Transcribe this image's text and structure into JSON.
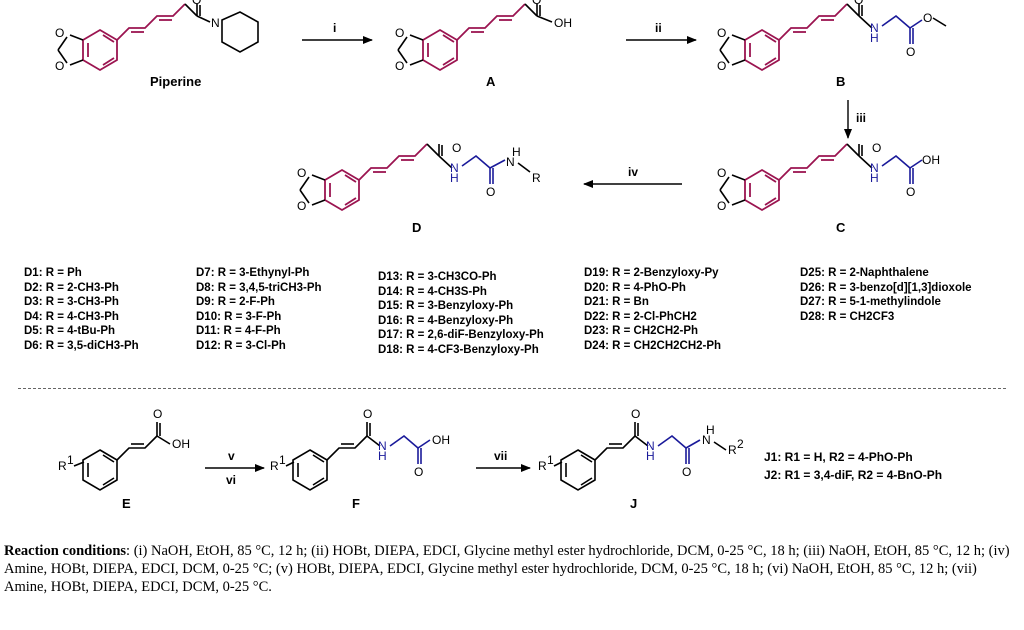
{
  "compounds": {
    "piperine": "Piperine",
    "A": "A",
    "B": "B",
    "C": "C",
    "D": "D",
    "E": "E",
    "F": "F",
    "J": "J"
  },
  "steps": {
    "i": "i",
    "ii": "ii",
    "iii": "iii",
    "iv": "iv",
    "v": "v",
    "vi": "vi",
    "vii": "vii"
  },
  "atoms": {
    "N": "N",
    "O": "O",
    "OH": "OH",
    "H": "H",
    "R": "R",
    "R1": "R",
    "R2": "R",
    "sup1": "1",
    "sup2": "2"
  },
  "derivatives": {
    "col1": [
      "D1: R = Ph",
      "D2: R = 2-CH3-Ph",
      "D3: R = 3-CH3-Ph",
      "D4: R = 4-CH3-Ph",
      "D5: R = 4-tBu-Ph",
      "D6: R = 3,5-diCH3-Ph"
    ],
    "col2": [
      "D7: R = 3-Ethynyl-Ph",
      "D8: R = 3,4,5-triCH3-Ph",
      "D9: R = 2-F-Ph",
      "D10: R = 3-F-Ph",
      "D11: R = 4-F-Ph",
      "D12: R = 3-Cl-Ph"
    ],
    "col3": [
      "D13: R = 3-CH3CO-Ph",
      "D14: R = 4-CH3S-Ph",
      "D15: R = 3-Benzyloxy-Ph",
      "D16: R = 4-Benzyloxy-Ph",
      "D17: R = 2,6-diF-Benzyloxy-Ph",
      "D18: R = 4-CF3-Benzyloxy-Ph"
    ],
    "col4": [
      "D19: R = 2-Benzyloxy-Py",
      "D20: R = 4-PhO-Ph",
      "D21: R = Bn",
      "D22: R = 2-Cl-PhCH2",
      "D23: R = CH2CH2-Ph",
      "D24: R = CH2CH2CH2-Ph"
    ],
    "col5": [
      "D25: R = 2-Naphthalene",
      "D26: R = 3-benzo[d][1,3]dioxole",
      "D27: R = 5-1-methylindole",
      "D28: R = CH2CF3"
    ]
  },
  "j_compounds": {
    "j1": "J1: R1 = H, R2 = 4-PhO-Ph",
    "j2": "J2: R1 = 3,4-diF, R2 = 4-BnO-Ph"
  },
  "conditions": {
    "heading": "Reaction conditions",
    "text": ": (i) NaOH, EtOH, 85 °C, 12 h; (ii) HOBt, DIEPA, EDCI, Glycine methyl ester hydrochloride, DCM, 0-25 °C, 18 h; (iii) NaOH, EtOH, 85 °C, 12 h; (iv) Amine, HOBt, DIEPA, EDCI, DCM, 0-25 °C; (v) HOBt, DIEPA, EDCI, Glycine methyl ester hydrochloride, DCM, 0-25 °C, 18 h; (vi) NaOH, EtOH, 85 °C, 12 h; (vii) Amine, HOBt, DIEPA, EDCI, DCM, 0-25 °C."
  },
  "colors": {
    "piperine_core": "#9b1450",
    "glycine_linker": "#1a1a9a",
    "text": "#000000"
  }
}
